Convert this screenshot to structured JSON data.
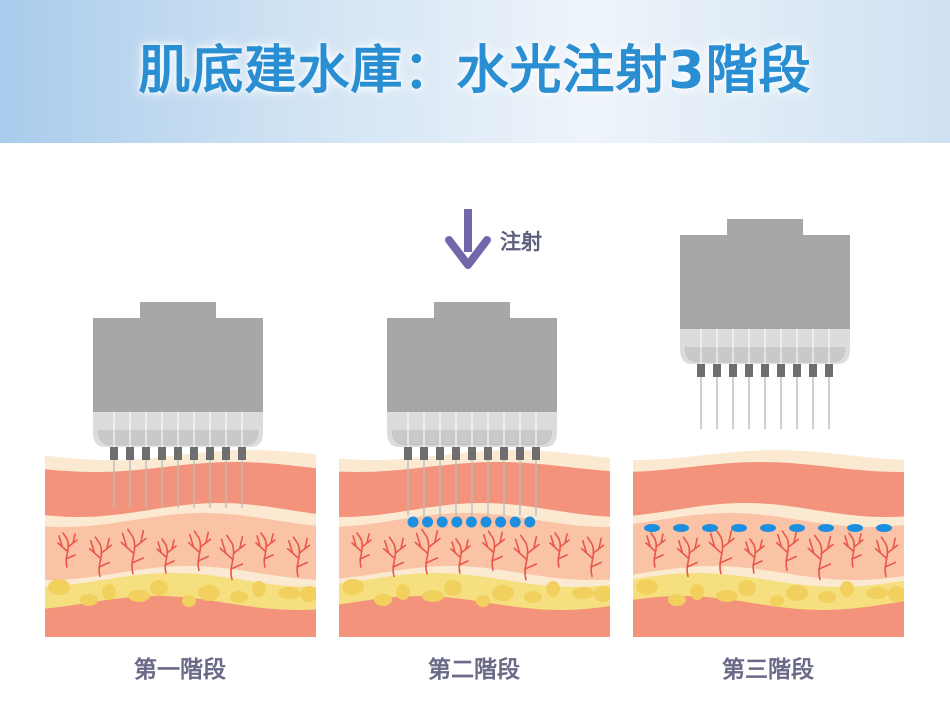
{
  "title": "肌底建水庫：水光注射3階段",
  "inject_label": "注射",
  "stages": [
    {
      "label": "第一階段"
    },
    {
      "label": "第二階段"
    },
    {
      "label": "第三階段"
    }
  ],
  "colors": {
    "title": "#2a8fd2",
    "label": "#6a6a88",
    "arrow": "#7466aa",
    "device_body": "#a7a7a7",
    "device_tip": "#dcdcdc",
    "skin_top": "#f3937b",
    "skin_cream": "#fbe9d2",
    "dermis": "#fbc3a6",
    "fat": "#f5df7e",
    "droplet": "#1d8fe0"
  }
}
